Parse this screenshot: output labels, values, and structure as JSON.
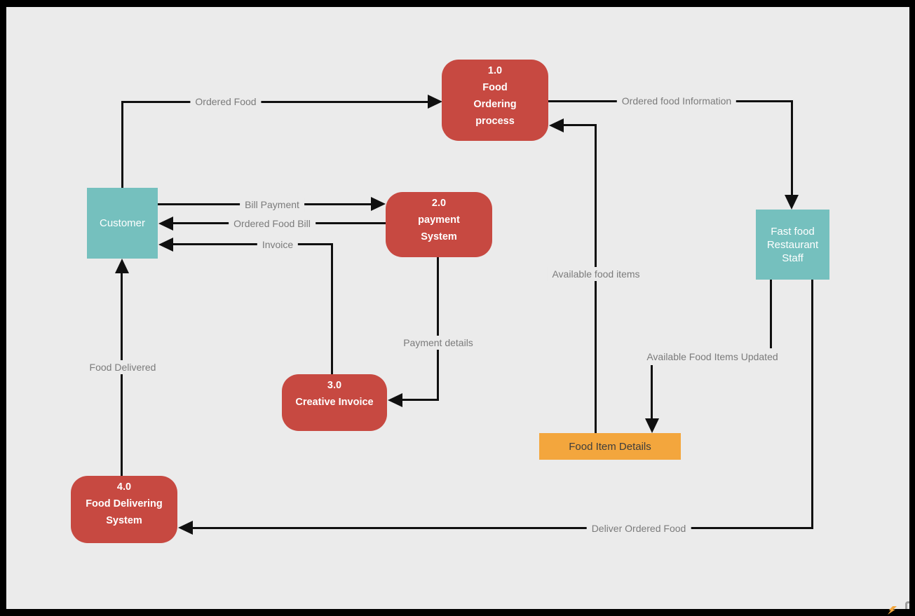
{
  "canvas": {
    "background": "#EBEBEB",
    "frame": "#000000"
  },
  "palette": {
    "process_fill": "#C74941",
    "external_fill": "#75C0BE",
    "datastore_fill": "#F3A63D",
    "node_text": "#FFFFFF",
    "datastore_text": "#3D3D3D",
    "flow_label_text": "#7B7B7B",
    "line": "#101010"
  },
  "nodes": {
    "food_ordering_process": {
      "type": "process",
      "number": "1.0",
      "line1": "Food",
      "line2": "Ordering",
      "line3": "process"
    },
    "payment_system": {
      "type": "process",
      "number": "2.0",
      "line1": "payment",
      "line2": "System"
    },
    "creative_invoice": {
      "type": "process",
      "number": "3.0",
      "line1": "Creative Invoice"
    },
    "food_delivering_system": {
      "type": "process",
      "number": "4.0",
      "line1": "Food Delivering",
      "line2": "System"
    },
    "customer": {
      "type": "external-entity",
      "label": "Customer"
    },
    "fast_food_restaurant_staff": {
      "type": "external-entity",
      "line1": "Fast food",
      "line2": "Restaurant",
      "line3": "Staff"
    },
    "food_item_details": {
      "type": "data-store",
      "label": "Food Item Details"
    }
  },
  "flows": {
    "ordered_food": {
      "label": "Ordered Food",
      "from": "customer",
      "to": "food_ordering_process"
    },
    "ordered_food_information": {
      "label": "Ordered food Information",
      "from": "food_ordering_process",
      "to": "fast_food_restaurant_staff"
    },
    "bill_payment": {
      "label": "Bill Payment",
      "from": "customer",
      "to": "payment_system"
    },
    "ordered_food_bill": {
      "label": "Ordered Food Bill",
      "from": "payment_system",
      "to": "customer"
    },
    "invoice": {
      "label": "Invoice",
      "from": "creative_invoice",
      "to": "customer"
    },
    "payment_details": {
      "label": "Payment details",
      "from": "payment_system",
      "to": "creative_invoice"
    },
    "available_food_items": {
      "label": "Available food items",
      "from": "food_item_details",
      "to": "food_ordering_process"
    },
    "available_food_items_updated": {
      "label": "Available Food Items Updated",
      "from": "fast_food_restaurant_staff",
      "to": "food_item_details"
    },
    "food_delivered": {
      "label": "Food Delivered",
      "from": "food_delivering_system",
      "to": "customer"
    },
    "deliver_ordered_food": {
      "label": "Deliver Ordered Food",
      "from": "fast_food_restaurant_staff",
      "to": "food_delivering_system"
    }
  }
}
